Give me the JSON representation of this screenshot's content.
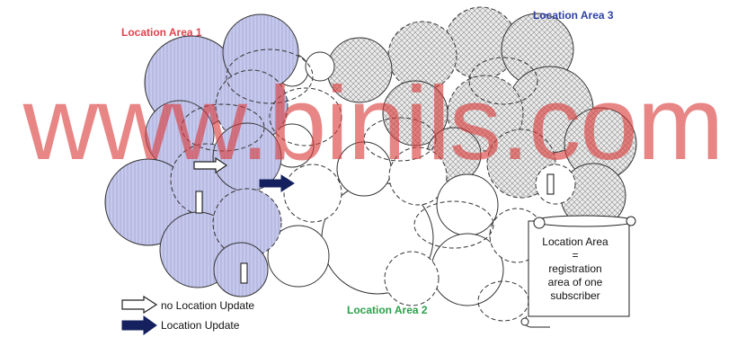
{
  "colors": {
    "area1_fill": "#c7c9ec",
    "area1_label": "#e0424d",
    "area2_label": "#2aa04a",
    "area3_label": "#2d3fa8",
    "area3_fill": "#dcdcdc",
    "cell_stroke": "#333333",
    "update_arrow": "#14215e",
    "watermark": "#d94a4a"
  },
  "areas": {
    "area1": {
      "label": "Location Area 1"
    },
    "area2": {
      "label": "Location Area 2"
    },
    "area3": {
      "label": "Location Area 3"
    }
  },
  "legend": {
    "no_update": {
      "label": "no Location Update",
      "icon": "hollow-arrow-icon"
    },
    "update": {
      "label": "Location Update",
      "icon": "filled-arrow-icon"
    }
  },
  "note": {
    "lines": [
      "Location Area",
      "=",
      "registration",
      "area of one",
      "subscriber"
    ]
  },
  "watermark": {
    "text": "www.binils.com"
  }
}
